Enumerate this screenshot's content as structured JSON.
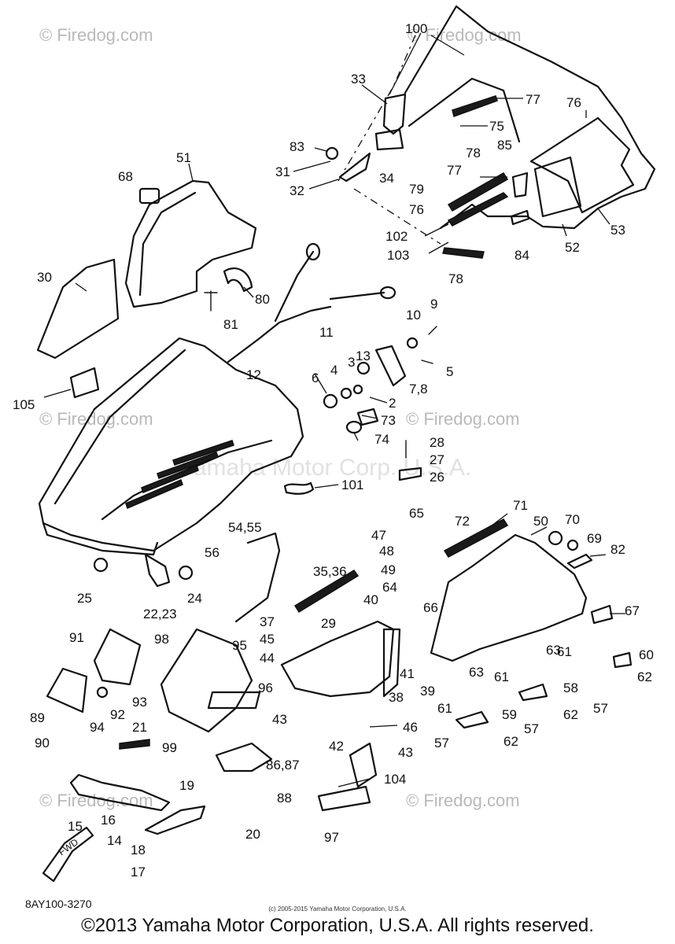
{
  "watermarks": {
    "brand": "© Firedog.com",
    "center": "Yamaha Motor Corp. U.S.A."
  },
  "callouts": {
    "c100": "100",
    "c33": "33",
    "c77a": "77",
    "c76a": "76",
    "c75": "75",
    "c83": "83",
    "c85": "85",
    "c78a": "78",
    "c31": "31",
    "c34": "34",
    "c77b": "77",
    "c32": "32",
    "c79": "79",
    "c76b": "76",
    "c53": "53",
    "c102": "102",
    "c52": "52",
    "c84": "84",
    "c103": "103",
    "c78b": "78",
    "c68": "68",
    "c51": "51",
    "c30": "30",
    "c80": "80",
    "c81": "81",
    "c9": "9",
    "c10": "10",
    "c11": "11",
    "c13": "13",
    "c5": "5",
    "c12": "12",
    "c3": "3",
    "c6": "6",
    "c4": "4",
    "c78c": "7,8",
    "c2": "2",
    "c105": "105",
    "c73": "73",
    "c74": "74",
    "c28": "28",
    "c27": "27",
    "c26": "26",
    "c101": "101",
    "c71": "71",
    "c65": "65",
    "c72": "72",
    "c50": "50",
    "c70": "70",
    "c69": "69",
    "c47": "47",
    "c48": "48",
    "c82": "82",
    "c5455": "54,55",
    "c56": "56",
    "c49": "49",
    "c3536": "35,36",
    "c64": "64",
    "c66": "66",
    "c25": "25",
    "c2223": "22,23",
    "c24": "24",
    "c37": "37",
    "c40": "40",
    "c67": "67",
    "c98": "98",
    "c45": "45",
    "c29": "29",
    "c95": "95",
    "c44": "44",
    "c63a": "63",
    "c61a": "61",
    "c60": "60",
    "c91": "91",
    "c41": "41",
    "c39": "39",
    "c63b": "63",
    "c61b": "61",
    "c62a": "62",
    "c58": "58",
    "c96": "96",
    "c93": "93",
    "c38": "38",
    "c89": "89",
    "c92": "92",
    "c94": "94",
    "c43a": "43",
    "c61c": "61",
    "c57a": "57",
    "c57b": "57",
    "c59": "59",
    "c46": "46",
    "c62b": "62",
    "c21": "21",
    "c90": "90",
    "c42": "42",
    "c43b": "43",
    "c57c": "57",
    "c62c": "62",
    "c99": "99",
    "c8687": "86,87",
    "c19": "19",
    "c104": "104",
    "c15": "15",
    "c88": "88",
    "c16": "16",
    "c14": "14",
    "c20": "20",
    "c97": "97",
    "c18": "18",
    "c17": "17"
  },
  "arrow_label": "FWD",
  "footer": {
    "ref_code": "8AY100-3270",
    "small_copyright": "(c) 2005-2015 Yamaha Motor Corporation, U.S.A.",
    "copyright": "©2013 Yamaha Motor Corporation, U.S.A. All rights reserved."
  }
}
